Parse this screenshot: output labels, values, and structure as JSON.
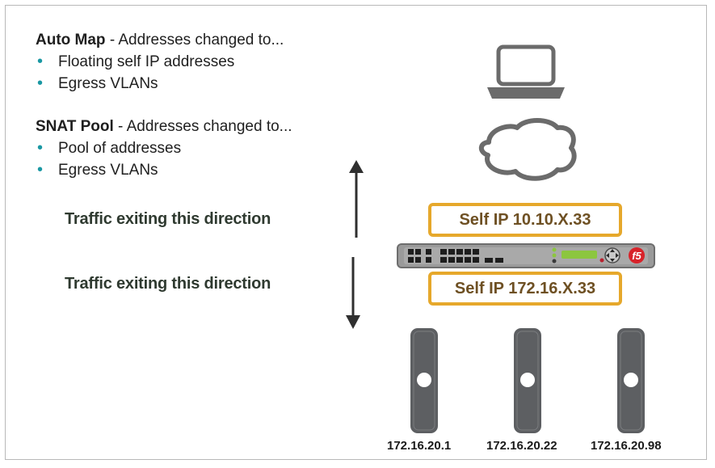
{
  "automap": {
    "title": "Auto Map",
    "subtitle": " - Addresses changed to...",
    "bullets": [
      "Floating self IP addresses",
      "Egress VLANs"
    ]
  },
  "snatpool": {
    "title": "SNAT Pool",
    "subtitle": " - Addresses changed to...",
    "bullets": [
      "Pool of addresses",
      "Egress VLANs"
    ]
  },
  "traffic": {
    "up_label": "Traffic exiting this direction",
    "down_label": "Traffic exiting this direction"
  },
  "selfip": {
    "external": "Self IP 10.10.X.33",
    "internal": "Self IP 172.16.X.33"
  },
  "servers": [
    "172.16.20.1",
    "172.16.20.22",
    "172.16.20.98"
  ],
  "device": {
    "logo_text": "f5"
  },
  "colors": {
    "accent_orange": "#e6a82b",
    "bullet_teal": "#1a98a3",
    "server_gray": "#5d5f62",
    "led_green": "#8cc63f"
  }
}
